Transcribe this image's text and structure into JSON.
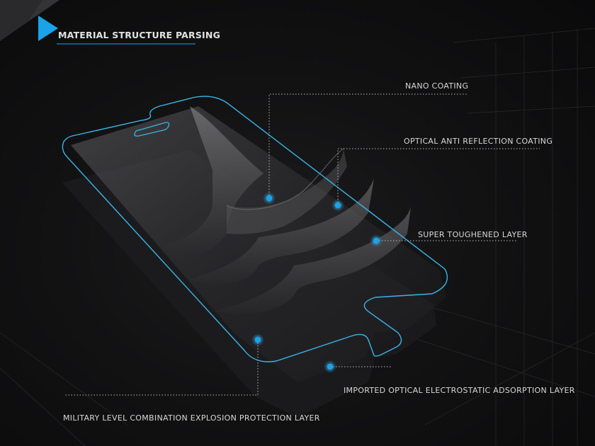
{
  "header": {
    "title": "MATERIAL STRUCTURE PARSING"
  },
  "layers": {
    "nano_coating": "NANO COATING",
    "optical_anti_reflection": "OPTICAL ANTI REFLECTION COATING",
    "super_toughened": "SUPER TOUGHENED LAYER",
    "electrostatic_adsorption": "IMPORTED OPTICAL ELECTROSTATIC ADSORPTION LAYER",
    "explosion_protection": "MILITARY LEVEL COMBINATION EXPLOSION PROTECTION LAYER"
  },
  "colors": {
    "accent": "#1aa3e8",
    "glass_outline": "#3bb4e8",
    "text": "#d8d8d8",
    "background": "#121213"
  }
}
